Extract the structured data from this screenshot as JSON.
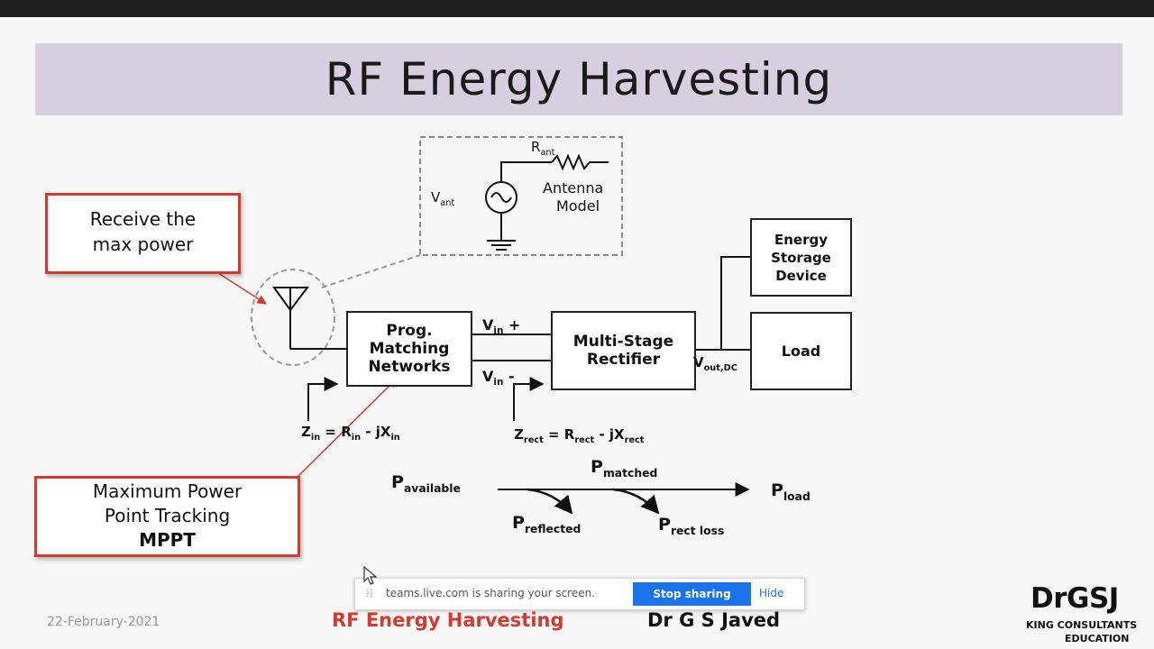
{
  "slide": {
    "title": "RF Energy Harvesting",
    "callouts": {
      "max_power_line1": "Receive the",
      "max_power_line2": "max power",
      "mppt_line1": "Maximum Power",
      "mppt_line2": "Point Tracking",
      "mppt_line3": "MPPT"
    },
    "antenna_model": {
      "r_main": "R",
      "r_sub": "ant",
      "v_main": "V",
      "v_sub": "ant",
      "label_line1": "Antenna",
      "label_line2": "Model"
    },
    "blocks": {
      "pmn_line1": "Prog.",
      "pmn_line2": "Matching",
      "pmn_line3": "Networks",
      "rect_line1": "Multi-Stage",
      "rect_line2": "Rectifier",
      "storage_line1": "Energy",
      "storage_line2": "Storage",
      "storage_line3": "Device",
      "load": "Load"
    },
    "signals": {
      "vin_plus_main": "V",
      "vin_plus_sub": "in",
      "vin_plus_sign": " +",
      "vin_minus_main": "V",
      "vin_minus_sub": "in",
      "vin_minus_sign": " -",
      "vout_main": "V",
      "vout_sub": "out,DC"
    },
    "impedances": {
      "zin": {
        "z": "Z",
        "z_sub": "in",
        "eq": " = R",
        "r_sub": "in",
        "rest": " - jX",
        "x_sub": "in"
      },
      "zrect": {
        "z": "Z",
        "z_sub": "rect",
        "eq": " = R",
        "r_sub": "rect",
        "rest": " - jX",
        "x_sub": "rect"
      }
    },
    "power_flow": {
      "p": "P",
      "available": "available",
      "matched": "matched",
      "load": "load",
      "reflected": "reflected",
      "rect_loss": "rect loss"
    },
    "footer": {
      "date": "22-February-2021",
      "title": "RF Energy Harvesting",
      "author": "Dr G S Javed"
    },
    "logo": {
      "main": "DrGSJ",
      "sub1": "KING CONSULTANTS",
      "sub2": "EDUCATION"
    }
  },
  "share_banner": {
    "grip": "⁞⁞",
    "message": "teams.live.com is sharing your screen.",
    "stop_label": "Stop sharing",
    "hide_label": "Hide"
  },
  "colors": {
    "title_band": "#d7cfe0",
    "accent_red": "#d63a2f",
    "button_blue": "#1a73e8"
  }
}
